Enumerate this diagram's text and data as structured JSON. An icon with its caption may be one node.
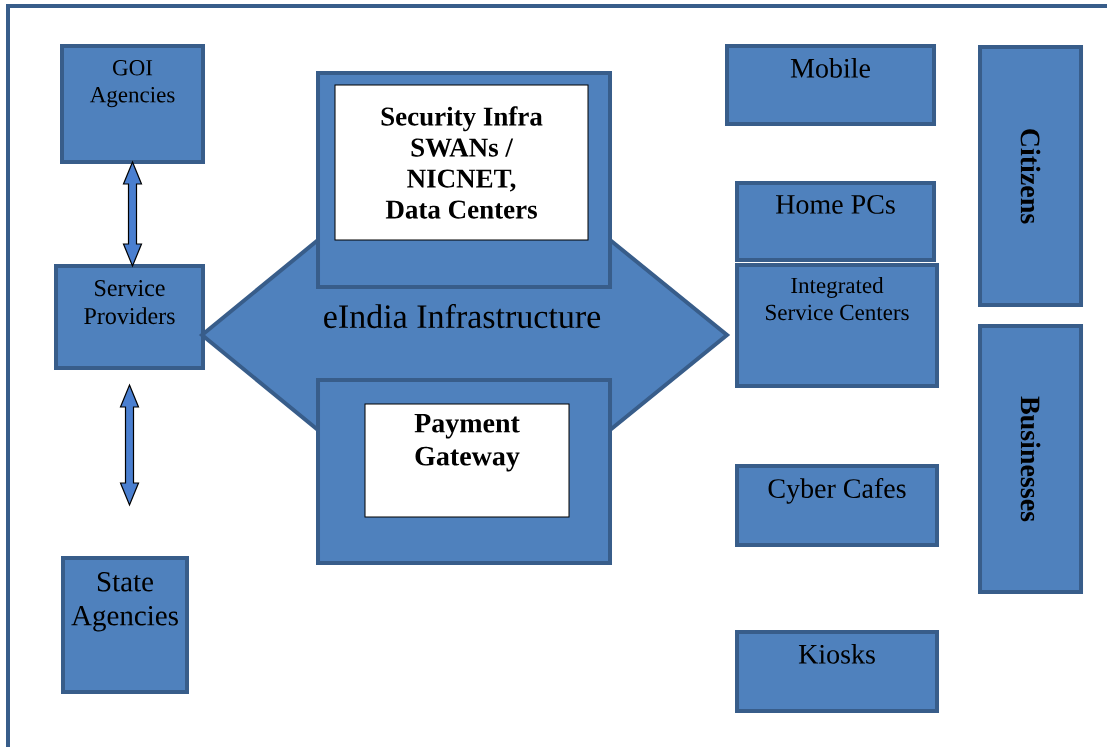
{
  "diagram": {
    "nodes": [
      {
        "text": [
          "GOI Agencies"
        ]
      },
      {
        "text": [
          "Service Providers"
        ]
      },
      {
        "text": [
          "State Agencies"
        ]
      },
      {
        "text": [
          "eIndia Infrastructure"
        ]
      },
      {
        "text": [],
        "shape": "box"
      },
      {
        "text": [
          "Security Infra SWANs / NICNET, Data Centers"
        ],
        "in": 4
      },
      {
        "text": [],
        "shape": "box"
      },
      {
        "text": [
          "Payment Gateway"
        ],
        "in": 6
      },
      {
        "text": [
          "Mobile"
        ]
      },
      {
        "text": [
          "Home PCs"
        ]
      },
      {
        "text": [
          "Integrated Service Centers"
        ]
      },
      {
        "text": [
          "Cyber Cafes"
        ]
      },
      {
        "text": [
          "Kiosks"
        ]
      },
      {
        "text": [
          "Citizens"
        ]
      },
      {
        "text": [
          "Businesses"
        ]
      }
    ],
    "edges": [
      {
        "from": 0,
        "to": 1,
        "arrow": "both"
      },
      {
        "from": 1,
        "to": null,
        "arrow": "both"
      }
    ]
  }
}
